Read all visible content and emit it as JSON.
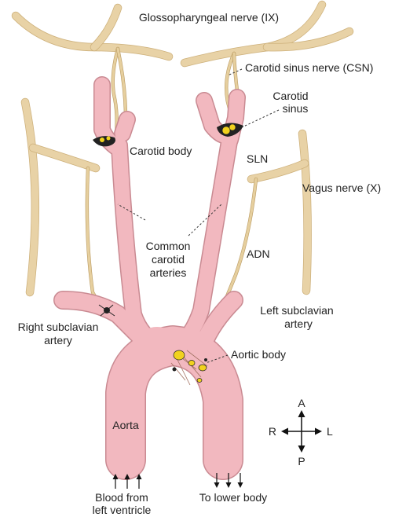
{
  "labels": {
    "glossopharyngeal": "Glossopharyngeal nerve (IX)",
    "csn": "Carotid sinus nerve (CSN)",
    "carotid_sinus_line1": "Carotid",
    "carotid_sinus_line2": "sinus",
    "carotid_body": "Carotid body",
    "sln": "SLN",
    "vagus": "Vagus nerve (X)",
    "common_carotid_line1": "Common",
    "common_carotid_line2": "carotid",
    "common_carotid_line3": "arteries",
    "adn": "ADN",
    "left_subclavian_line1": "Left subclavian",
    "left_subclavian_line2": "artery",
    "right_subclavian_line1": "Right subclavian",
    "right_subclavian_line2": "artery",
    "aortic_body": "Aortic body",
    "aorta": "Aorta",
    "blood_from_line1": "Blood from",
    "blood_from_line2": "left ventricle",
    "to_lower_body": "To lower body"
  },
  "compass": {
    "anterior": "A",
    "posterior": "P",
    "right": "R",
    "left": "L"
  },
  "colors": {
    "artery_fill": "#f2b8bf",
    "artery_outline": "#c98a92",
    "nerve_fill": "#e8d2a6",
    "glomus": "#f1d21e"
  }
}
